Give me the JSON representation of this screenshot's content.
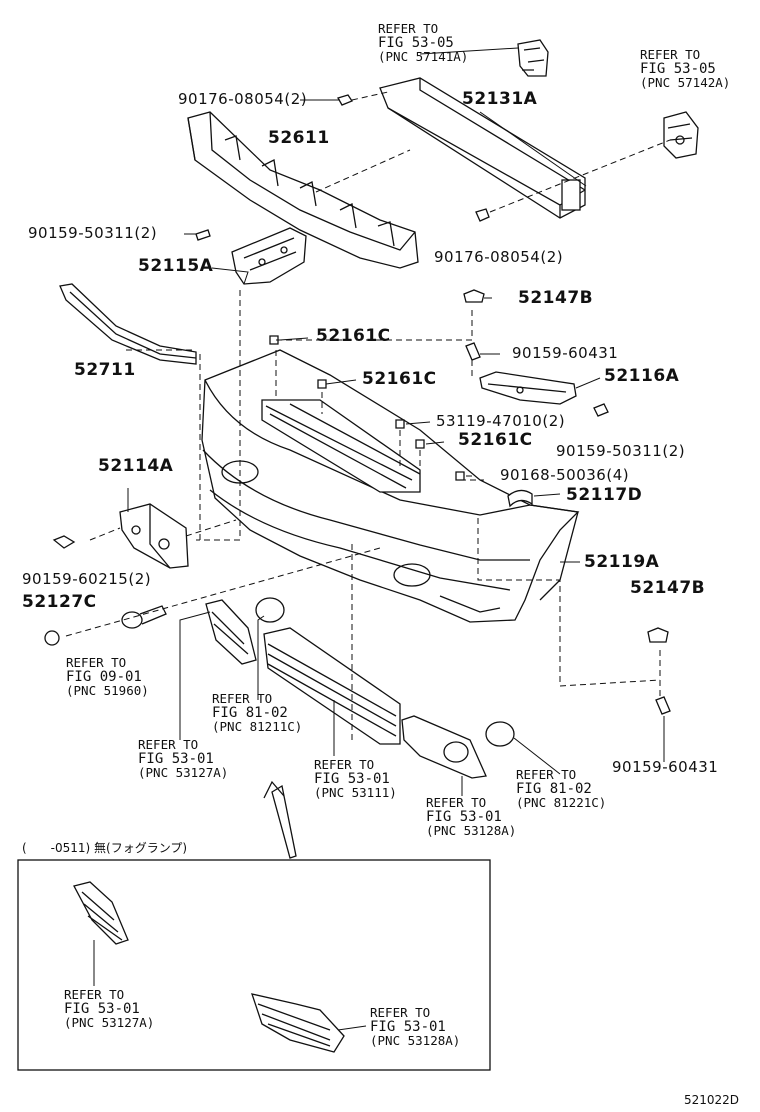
{
  "labels": {
    "p52131A": "52131A",
    "p52611": "52611",
    "p52115A": "52115A",
    "p52711": "52711",
    "p52147B_top": "52147B",
    "p52161C_1": "52161C",
    "p52161C_2": "52161C",
    "p52161C_3": "52161C",
    "p52116A": "52116A",
    "p52114A": "52114A",
    "p52117D": "52117D",
    "p52119A": "52119A",
    "p52147B_right": "52147B",
    "p52127C": "52127C"
  },
  "bolts": {
    "b90176_top": "90176-08054(2)",
    "b90159_50311_left": "90159-50311(2)",
    "b90176_bottom": "90176-08054(2)",
    "b90159_60431_top": "90159-60431",
    "b53119": "53119-47010(2)",
    "b90159_50311_right": "90159-50311(2)",
    "b90168": "90168-50036(4)",
    "b90159_60215": "90159-60215(2)",
    "b90159_60431_bottom": "90159-60431"
  },
  "refs": [
    {
      "line1": "REFER TO",
      "line2": "FIG 53-05",
      "line3": "(PNC 57141A)"
    },
    {
      "line1": "REFER TO",
      "line2": "FIG 53-05",
      "line3": "(PNC 57142A)"
    },
    {
      "line1": "REFER TO",
      "line2": "FIG 09-01",
      "line3": "(PNC 51960)"
    },
    {
      "line1": "REFER TO",
      "line2": "FIG 81-02",
      "line3": "(PNC 81211C)"
    },
    {
      "line1": "REFER TO",
      "line2": "FIG 53-01",
      "line3": "(PNC 53127A)"
    },
    {
      "line1": "REFER TO",
      "line2": "FIG 53-01",
      "line3": "(PNC 53111)"
    },
    {
      "line1": "REFER TO",
      "line2": "FIG 81-02",
      "line3": "(PNC 81221C)"
    },
    {
      "line1": "REFER TO",
      "line2": "FIG 53-01",
      "line3": "(PNC 53128A)"
    },
    {
      "line1": "REFER TO",
      "line2": "FIG 53-01",
      "line3": "(PNC 53127A)"
    },
    {
      "line1": "REFER TO",
      "line2": "FIG 53-01",
      "line3": "(PNC 53128A)"
    }
  ],
  "inset_note": "(　　-0511)  無(フォグランプ)",
  "diagram_code": "521022D"
}
